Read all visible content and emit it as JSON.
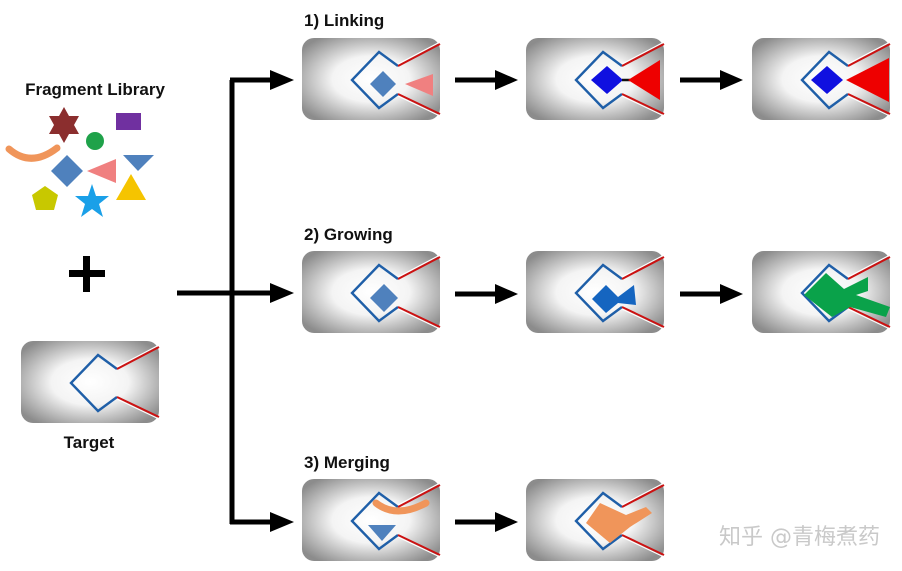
{
  "labels": {
    "fragment_library": "Fragment Library",
    "target": "Target",
    "linking": "1) Linking",
    "growing": "2) Growing",
    "merging": "3) Merging"
  },
  "watermark": "知乎 @青梅煮药",
  "colors": {
    "arrow": "#000000",
    "pocket_outline": "#1f5fa8",
    "pocket_lip": "#cc1111",
    "fragment_blue": "#4f81bd",
    "fragment_pink": "#f08080",
    "linked_blue": "#1010e0",
    "linked_red": "#ee0000",
    "grown_blue": "#1565c0",
    "grown_green": "#0aa24a",
    "merge_orange": "#f0955a"
  },
  "fragment_library_shapes": [
    "star6-brown",
    "circle-green",
    "rect-purple",
    "arc-orange",
    "diamond-blue",
    "triangle-pink",
    "triangle-blue-down",
    "pentagon-yellow",
    "star5-cyan",
    "triangle-yellow"
  ]
}
